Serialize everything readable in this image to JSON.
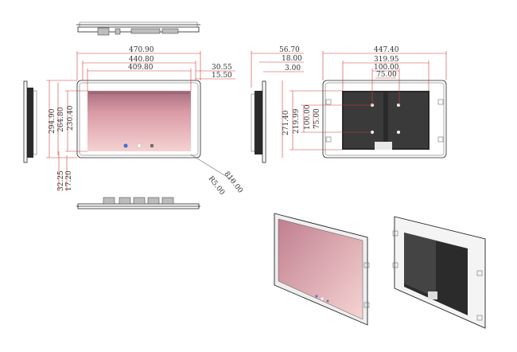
{
  "front_view": {
    "width_dims": [
      "470.90",
      "440.80",
      "409.80"
    ],
    "right_dims": [
      "30.55",
      "15.50"
    ],
    "height_dims": [
      "294.90",
      "264.80",
      "230.40"
    ],
    "bottom_left_dims": [
      "32.25",
      "17.20"
    ],
    "corner_dims": [
      "810.00",
      "R5.00"
    ]
  },
  "side_dims": {
    "top_dims": [
      "56.70",
      "18.00",
      "3.00"
    ]
  },
  "rear_view": {
    "width_dims": [
      "447.40",
      "319.95",
      "100.00",
      "75.00"
    ],
    "height_dims": [
      "271.40",
      "219.99",
      "100.00",
      "75.00"
    ]
  },
  "colors": {
    "dimension_line": "#d23a3a",
    "outline": "#222222",
    "screen_top": "#b87a8a",
    "screen_bottom": "#f1c6c8",
    "heatsink": "#2a2a2a"
  },
  "icons": [
    "chrome-icon",
    "home-icon",
    "settings-icon"
  ]
}
